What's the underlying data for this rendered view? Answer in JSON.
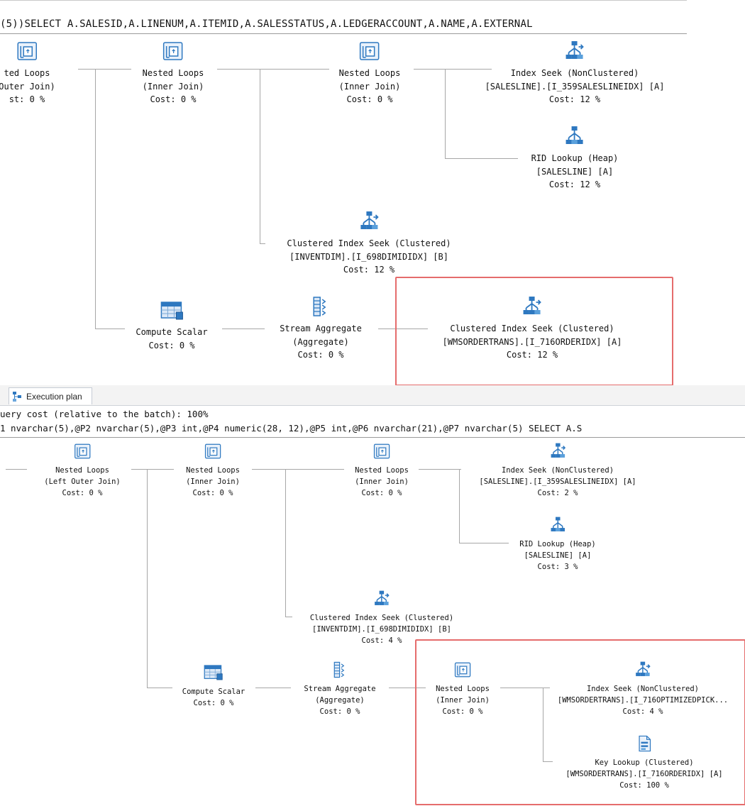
{
  "plan1": {
    "sql": "(5))SELECT A.SALESID,A.LINENUM,A.ITEMID,A.SALESSTATUS,A.LEDGERACCOUNT,A.NAME,A.EXTERNAL",
    "nodes": {
      "nl_left": {
        "l1": "ted Loops",
        "l2": " Outer Join)",
        "l3": "st: 0 %"
      },
      "nl_mid": {
        "l1": "Nested Loops",
        "l2": "(Inner Join)",
        "l3": "Cost: 0 %"
      },
      "nl_right": {
        "l1": "Nested Loops",
        "l2": "(Inner Join)",
        "l3": "Cost: 0 %"
      },
      "index_seek": {
        "l1": "Index Seek (NonClustered)",
        "l2": "[SALESLINE].[I_359SALESLINEIDX] [A]",
        "l3": "Cost: 12 %"
      },
      "rid_lookup": {
        "l1": "RID Lookup (Heap)",
        "l2": "[SALESLINE] [A]",
        "l3": "Cost: 12 %"
      },
      "cis_inventdim": {
        "l1": "Clustered Index Seek (Clustered)",
        "l2": "[INVENTDIM].[I_698DIMIDIDX] [B]",
        "l3": "Cost: 12 %"
      },
      "compute_scalar": {
        "l1": "Compute Scalar",
        "l2": "Cost: 0 %"
      },
      "stream_agg": {
        "l1": "Stream Aggregate",
        "l2": "(Aggregate)",
        "l3": "Cost: 0 %"
      },
      "cis_wms": {
        "l1": "Clustered Index Seek (Clustered)",
        "l2": "[WMSORDERTRANS].[I_716ORDERIDX] [A]",
        "l3": "Cost: 12 %"
      }
    }
  },
  "plan2": {
    "tab_label": "Execution plan",
    "cost_line": "uery cost (relative to the batch): 100%",
    "sql": "1 nvarchar(5),@P2 nvarchar(5),@P3 int,@P4 numeric(28, 12),@P5 int,@P6 nvarchar(21),@P7 nvarchar(5) SELECT A.S",
    "nodes": {
      "nl_left": {
        "l1": "Nested Loops",
        "l2": "(Left Outer Join)",
        "l3": "Cost: 0 %"
      },
      "nl_mid": {
        "l1": "Nested Loops",
        "l2": "(Inner Join)",
        "l3": "Cost: 0 %"
      },
      "nl_right": {
        "l1": "Nested Loops",
        "l2": "(Inner Join)",
        "l3": "Cost: 0 %"
      },
      "index_seek": {
        "l1": "Index Seek (NonClustered)",
        "l2": "[SALESLINE].[I_359SALESLINEIDX] [A]",
        "l3": "Cost: 2 %"
      },
      "rid_lookup": {
        "l1": "RID Lookup (Heap)",
        "l2": "[SALESLINE] [A]",
        "l3": "Cost: 3 %"
      },
      "cis_inventdim": {
        "l1": "Clustered Index Seek (Clustered)",
        "l2": "[INVENTDIM].[I_698DIMIDIDX] [B]",
        "l3": "Cost: 4 %"
      },
      "compute_scalar": {
        "l1": "Compute Scalar",
        "l2": "Cost: 0 %"
      },
      "stream_agg": {
        "l1": "Stream Aggregate",
        "l2": "(Aggregate)",
        "l3": "Cost: 0 %"
      },
      "nl_inner": {
        "l1": "Nested Loops",
        "l2": "(Inner Join)",
        "l3": "Cost: 0 %"
      },
      "index_seek_wms": {
        "l1": "Index Seek (NonClustered)",
        "l2": "[WMSORDERTRANS].[I_716OPTIMIZEDPICK...",
        "l3": "Cost: 4 %"
      },
      "key_lookup": {
        "l1": "Key Lookup (Clustered)",
        "l2": "[WMSORDERTRANS].[I_716ORDERIDX] [A]",
        "l3": "Cost: 100 %"
      }
    }
  },
  "colors": {
    "highlight": "#e56c6c",
    "connector": "#a7a7a7",
    "icon_blue": "#2e78c0"
  },
  "icons": [
    "nested-loops-icon",
    "index-seek-icon",
    "rid-lookup-icon",
    "compute-scalar-icon",
    "stream-aggregate-icon",
    "key-lookup-icon",
    "execution-plan-tab-icon"
  ]
}
